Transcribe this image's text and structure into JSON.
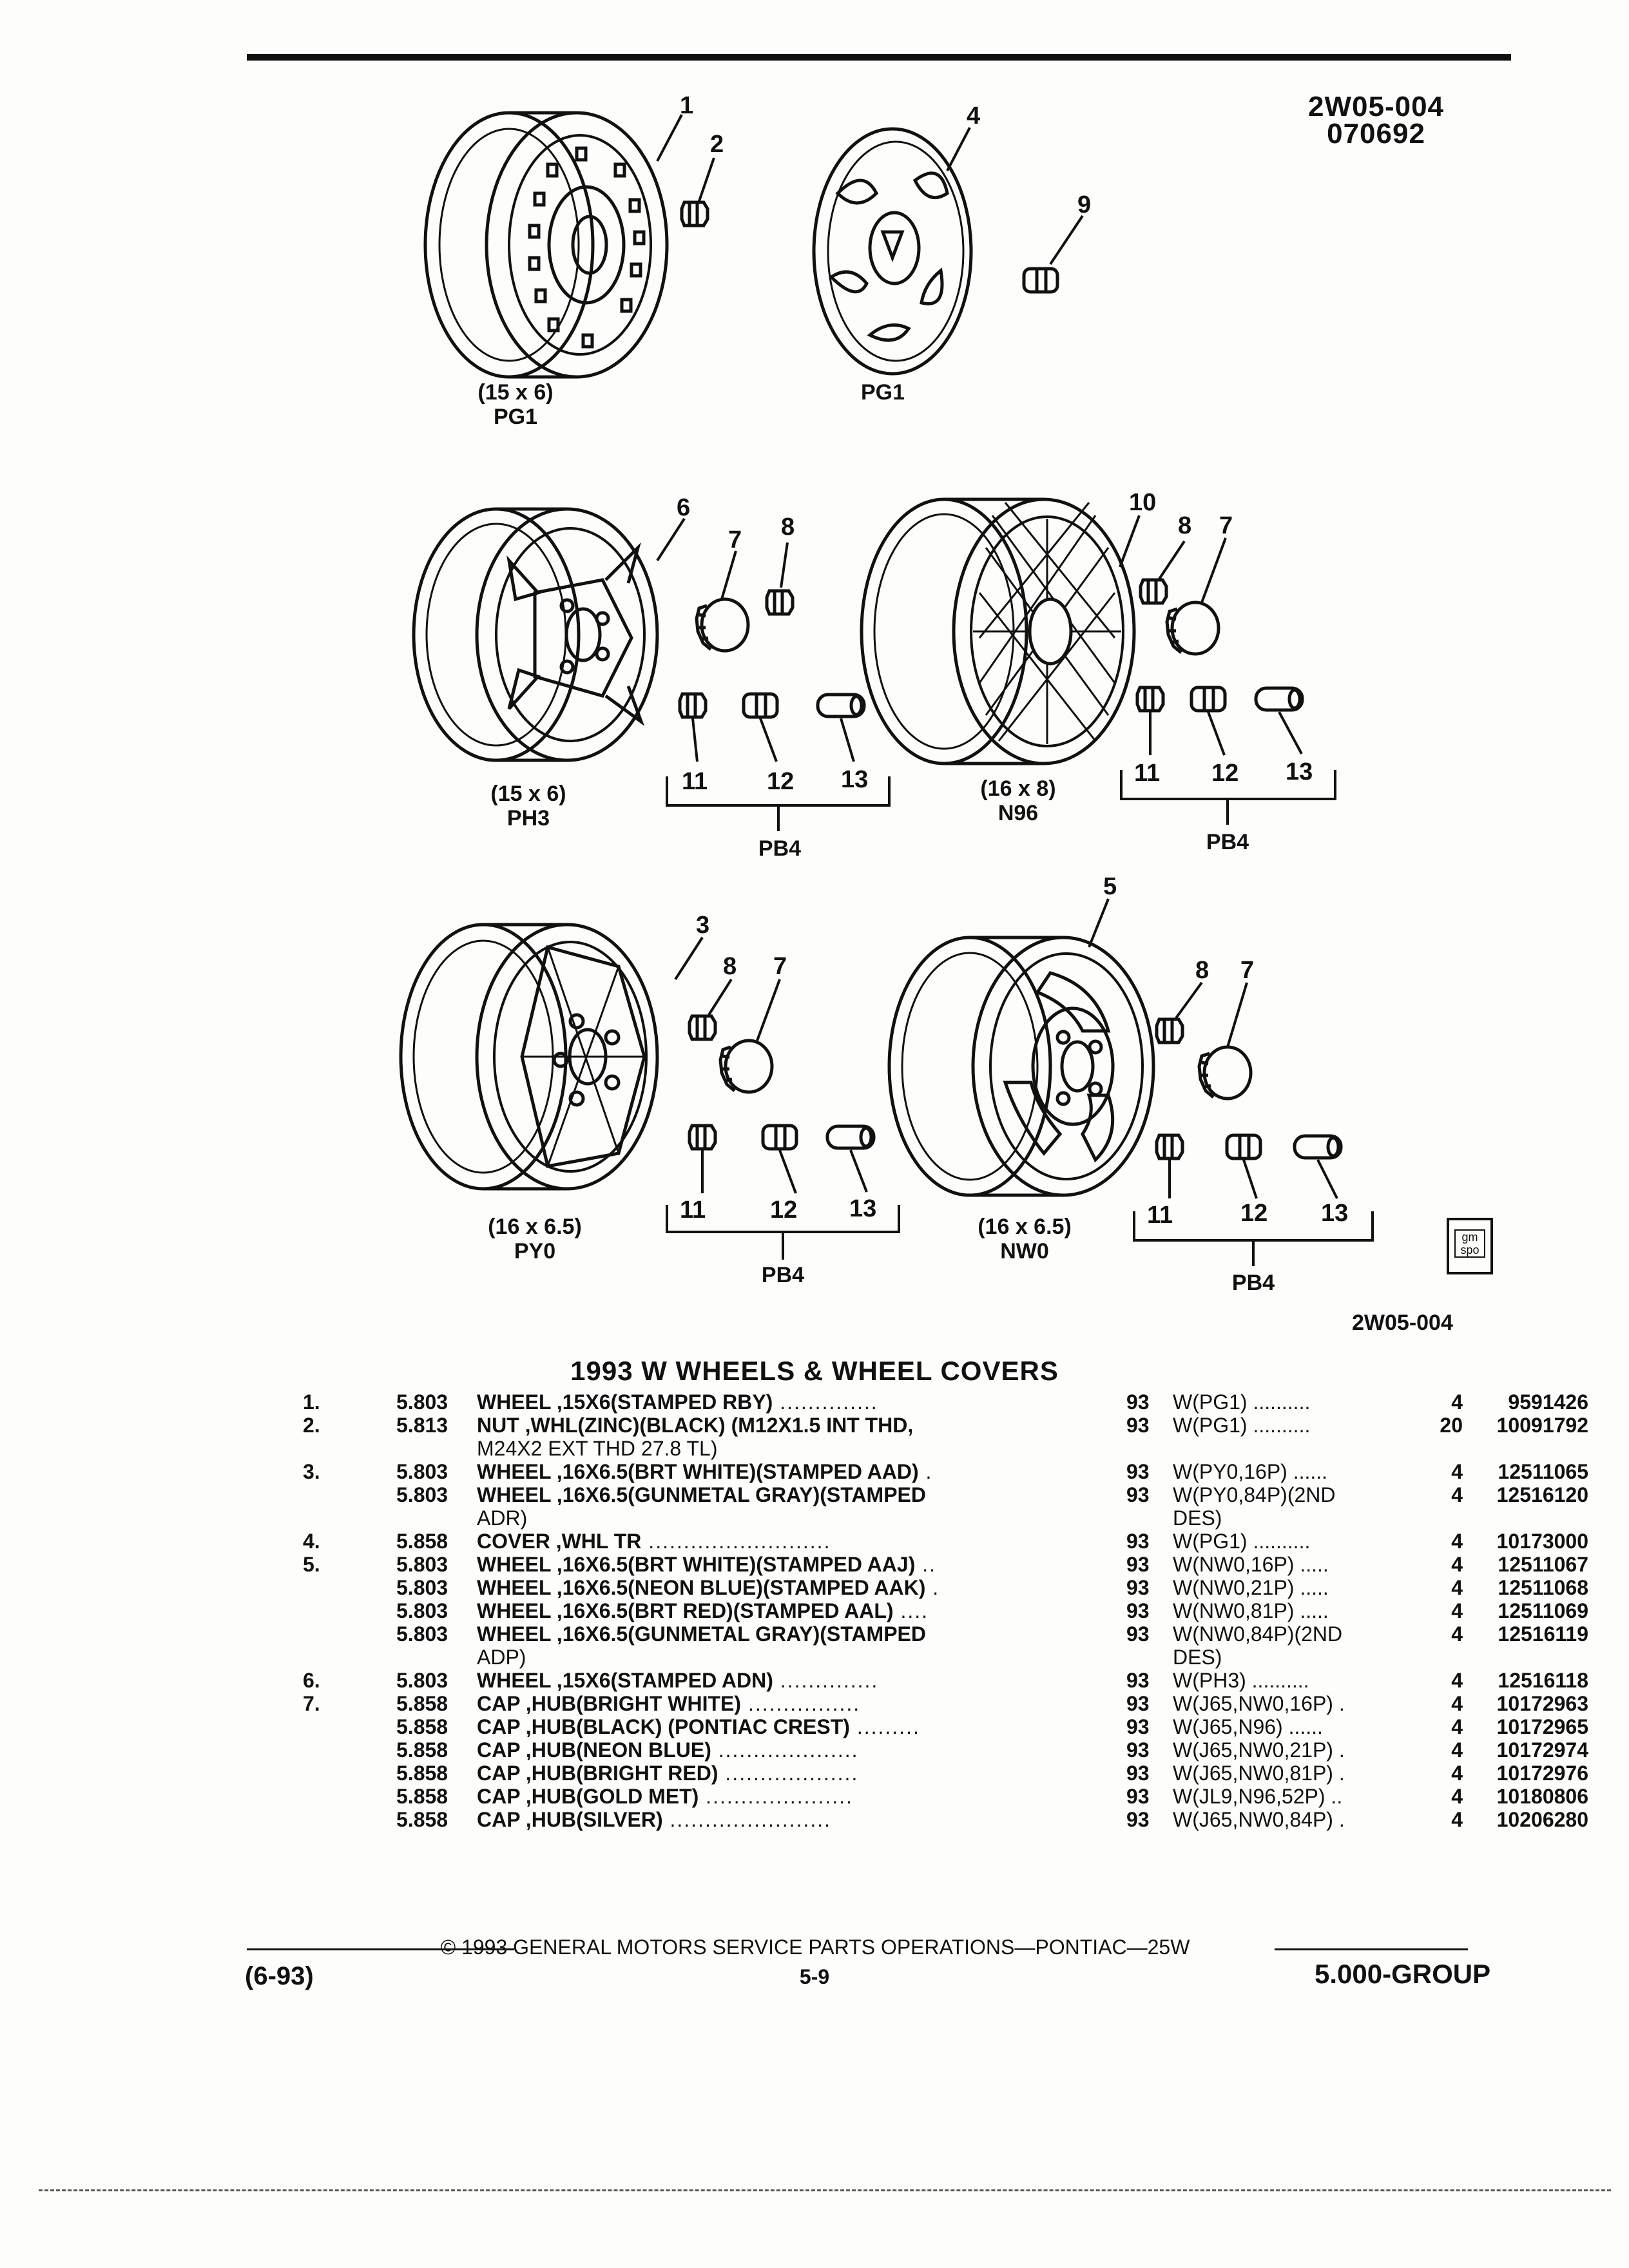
{
  "header": {
    "code": "2W05-004",
    "date_code": "070692"
  },
  "diagram": {
    "callouts": [
      "1",
      "2",
      "4",
      "9",
      "6",
      "7",
      "8",
      "10",
      "8",
      "7",
      "11",
      "12",
      "13",
      "11",
      "12",
      "13",
      "3",
      "8",
      "7",
      "5",
      "8",
      "7",
      "11",
      "12",
      "13",
      "11",
      "12",
      "13"
    ],
    "labels": [
      {
        "size": "(15 x 6)",
        "option": "PG1"
      },
      {
        "size": "",
        "option": "PG1"
      },
      {
        "size": "(15 x 6)",
        "option": "PH3"
      },
      {
        "size": "(16 x 8)",
        "option": "N96"
      },
      {
        "size": "(16 x 6.5)",
        "option": "PY0"
      },
      {
        "size": "(16 x 6.5)",
        "option": "NW0"
      }
    ],
    "group_labels": [
      "PB4",
      "PB4",
      "PB4",
      "PB4"
    ],
    "bottom_code": "2W05-004",
    "badge": "gm spo"
  },
  "section_title": "1993 W WHEELS & WHEEL COVERS",
  "parts": [
    {
      "ref": "1.",
      "grp": "5.803",
      "desc": "WHEEL ,15X6(STAMPED RBY)",
      "dots": " ..............",
      "yr": "93",
      "usage": "W(PG1) ..........",
      "qty": "4",
      "pn": "9591426"
    },
    {
      "ref": "2.",
      "grp": "5.813",
      "desc": "NUT ,WHL(ZINC)(BLACK) (M12X1.5 INT THD,",
      "dots": "",
      "yr": "93",
      "usage": "W(PG1) ..........",
      "qty": "20",
      "pn": "10091792",
      "cont": "M24X2 EXT THD 27.8 TL)"
    },
    {
      "ref": "3.",
      "grp": "5.803",
      "desc": "WHEEL ,16X6.5(BRT WHITE)(STAMPED AAD)",
      "dots": " .",
      "yr": "93",
      "usage": "W(PY0,16P) ......",
      "qty": "4",
      "pn": "12511065"
    },
    {
      "ref": "",
      "grp": "5.803",
      "desc": "WHEEL ,16X6.5(GUNMETAL GRAY)(STAMPED",
      "dots": "",
      "yr": "93",
      "usage": "W(PY0,84P)(2ND",
      "qty": "4",
      "pn": "12516120",
      "cont": "ADR)",
      "usage_cont": "DES)"
    },
    {
      "ref": "4.",
      "grp": "5.858",
      "desc": "COVER ,WHL TR",
      "dots": " ..........................",
      "yr": "93",
      "usage": "W(PG1) ..........",
      "qty": "4",
      "pn": "10173000"
    },
    {
      "ref": "5.",
      "grp": "5.803",
      "desc": "WHEEL ,16X6.5(BRT WHITE)(STAMPED AAJ)",
      "dots": " ..",
      "yr": "93",
      "usage": "W(NW0,16P) .....",
      "qty": "4",
      "pn": "12511067"
    },
    {
      "ref": "",
      "grp": "5.803",
      "desc": "WHEEL ,16X6.5(NEON BLUE)(STAMPED AAK)",
      "dots": " .",
      "yr": "93",
      "usage": "W(NW0,21P) .....",
      "qty": "4",
      "pn": "12511068"
    },
    {
      "ref": "",
      "grp": "5.803",
      "desc": "WHEEL ,16X6.5(BRT RED)(STAMPED AAL)",
      "dots": " ....",
      "yr": "93",
      "usage": "W(NW0,81P) .....",
      "qty": "4",
      "pn": "12511069"
    },
    {
      "ref": "",
      "grp": "5.803",
      "desc": "WHEEL ,16X6.5(GUNMETAL GRAY)(STAMPED",
      "dots": "",
      "yr": "93",
      "usage": "W(NW0,84P)(2ND",
      "qty": "4",
      "pn": "12516119",
      "cont": "ADP)",
      "usage_cont": "DES)"
    },
    {
      "ref": "6.",
      "grp": "5.803",
      "desc": "WHEEL ,15X6(STAMPED ADN)",
      "dots": " ..............",
      "yr": "93",
      "usage": "W(PH3) ..........",
      "qty": "4",
      "pn": "12516118"
    },
    {
      "ref": "7.",
      "grp": "5.858",
      "desc": "CAP ,HUB(BRIGHT WHITE)",
      "dots": " ................",
      "yr": "93",
      "usage": "W(J65,NW0,16P) .",
      "qty": "4",
      "pn": "10172963"
    },
    {
      "ref": "",
      "grp": "5.858",
      "desc": "CAP ,HUB(BLACK) (PONTIAC CREST)",
      "dots": " .........",
      "yr": "93",
      "usage": "W(J65,N96) ......",
      "qty": "4",
      "pn": "10172965"
    },
    {
      "ref": "",
      "grp": "5.858",
      "desc": "CAP ,HUB(NEON BLUE)",
      "dots": " ....................",
      "yr": "93",
      "usage": "W(J65,NW0,21P) .",
      "qty": "4",
      "pn": "10172974"
    },
    {
      "ref": "",
      "grp": "5.858",
      "desc": "CAP ,HUB(BRIGHT RED)",
      "dots": " ...................",
      "yr": "93",
      "usage": "W(J65,NW0,81P) .",
      "qty": "4",
      "pn": "10172976"
    },
    {
      "ref": "",
      "grp": "5.858",
      "desc": "CAP ,HUB(GOLD MET)",
      "dots": " .....................",
      "yr": "93",
      "usage": "W(JL9,N96,52P) ..",
      "qty": "4",
      "pn": "10180806"
    },
    {
      "ref": "",
      "grp": "5.858",
      "desc": "CAP ,HUB(SILVER)",
      "dots": " .......................",
      "yr": "93",
      "usage": "W(J65,NW0,84P) .",
      "qty": "4",
      "pn": "10206280"
    }
  ],
  "footer": {
    "copyright": "© 1993 GENERAL MOTORS SERVICE PARTS OPERATIONS—PONTIAC—25W",
    "date": "(6-93)",
    "page": "5-9",
    "group": "5.000-GROUP"
  }
}
